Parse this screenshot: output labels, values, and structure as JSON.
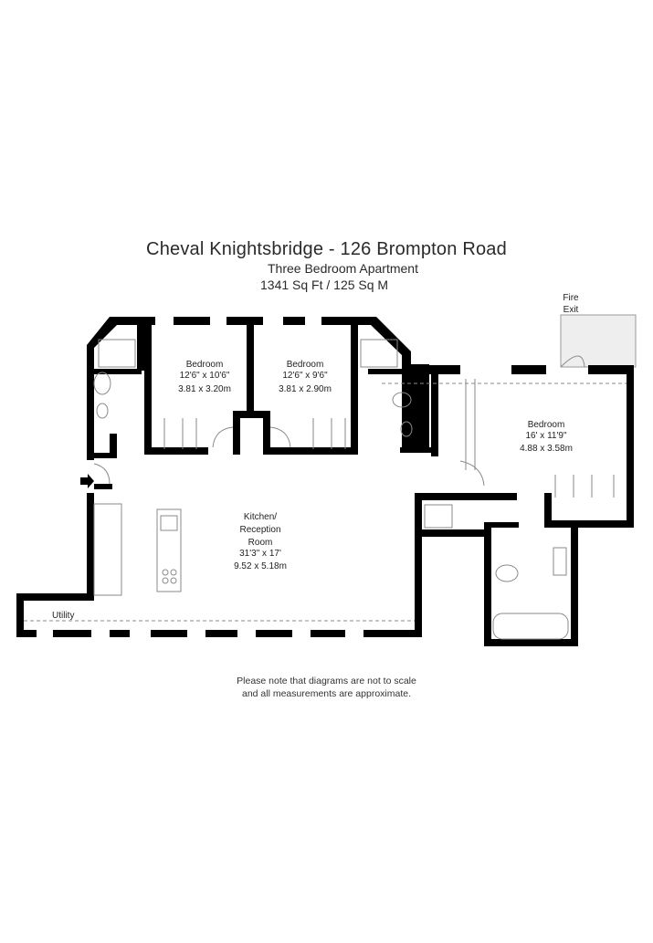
{
  "header": {
    "title": "Cheval Knightsbridge - 126 Brompton Road",
    "subtitle": "Three Bedroom Apartment",
    "area": "1341 Sq Ft / 125 Sq M"
  },
  "rooms": [
    {
      "id": "bedroom1",
      "name": "Bedroom",
      "imperial": "12'6\" x 10'6\"",
      "metric": "3.81 x 3.20m"
    },
    {
      "id": "bedroom2",
      "name": "Bedroom",
      "imperial": "12'6\" x 9'6\"",
      "metric": "3.81 x 2.90m"
    },
    {
      "id": "bedroom3",
      "name": "Bedroom",
      "imperial": "16' x 11'9\"",
      "metric": "4.88 x 3.58m"
    },
    {
      "id": "kitchen",
      "name_line1": "Kitchen/",
      "name_line2": "Reception",
      "name_line3": "Room",
      "imperial": "31'3\" x 17'",
      "metric": "9.52 x 5.18m"
    }
  ],
  "labels": {
    "utility": "Utility",
    "fire_exit_line1": "Fire",
    "fire_exit_line2": "Exit"
  },
  "footer": {
    "line1": "Please note that diagrams are not to scale",
    "line2": "and all measurements are approximate."
  },
  "colors": {
    "wall": "#000000",
    "fixture": "#8a8a8a",
    "fire_exit_fill": "#eeeeee"
  }
}
